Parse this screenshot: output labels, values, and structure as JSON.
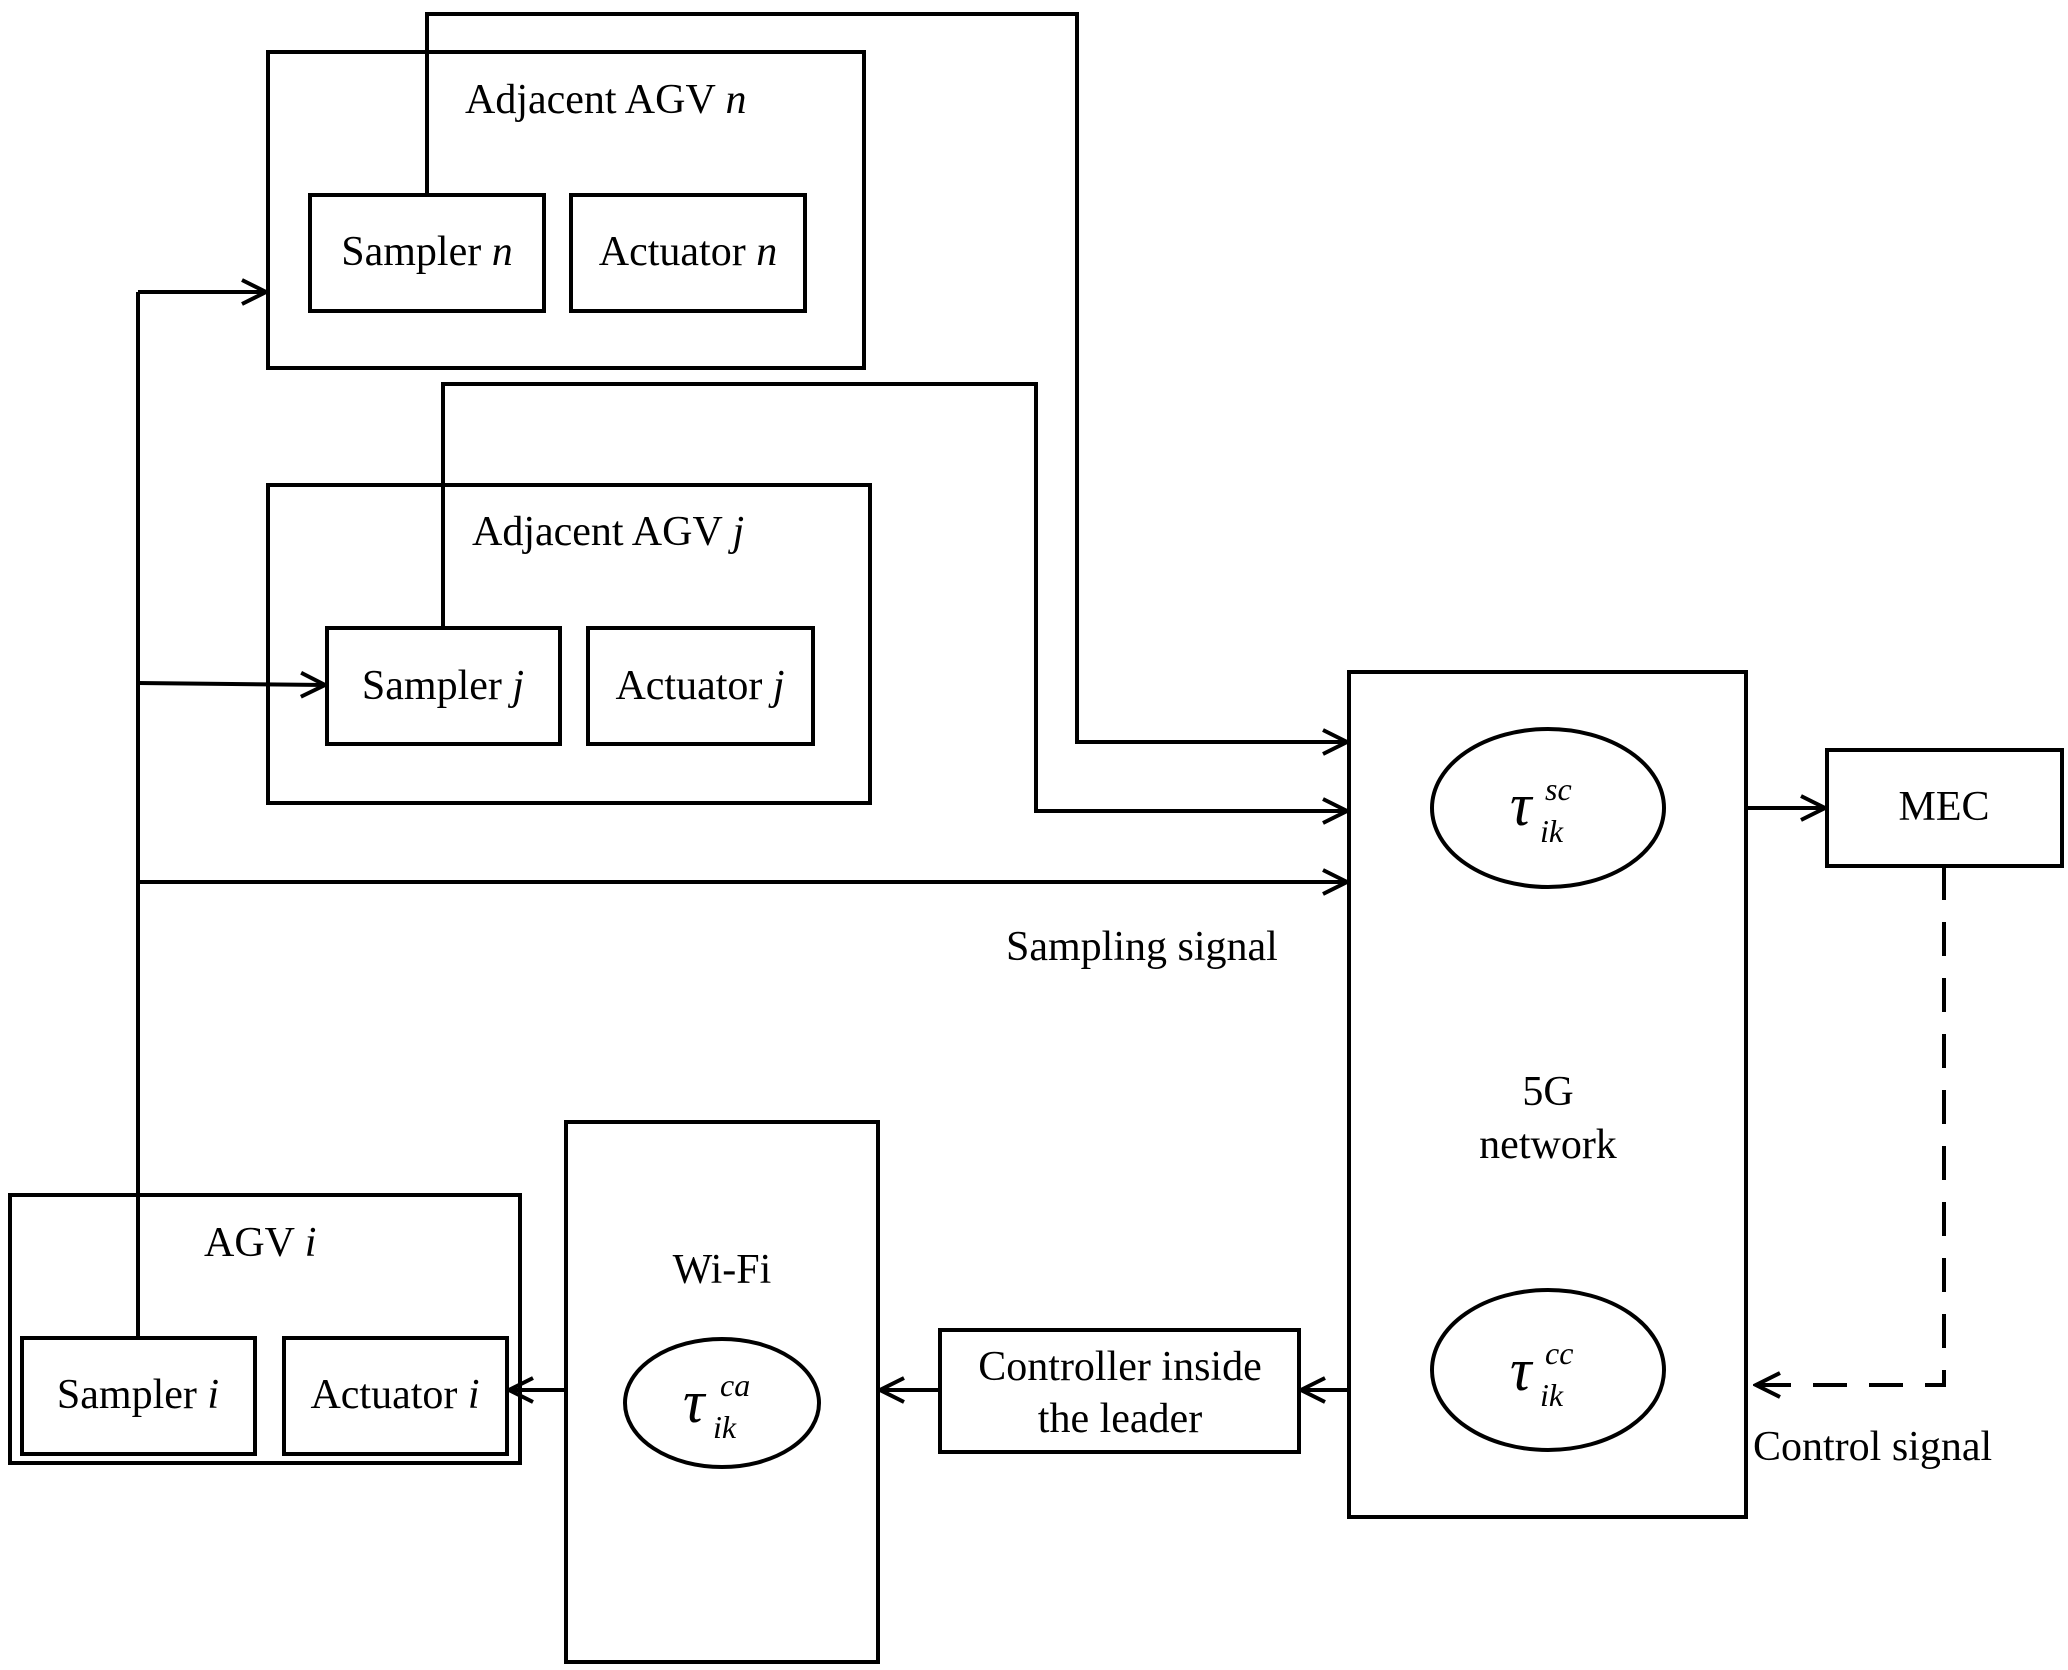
{
  "agv_n": {
    "title": "Adjacent AGV ",
    "title_var": "n",
    "sampler": "Sampler ",
    "sampler_var": "n",
    "actuator": "Actuator ",
    "actuator_var": "n"
  },
  "agv_j": {
    "title": "Adjacent AGV ",
    "title_var": "j",
    "sampler": "Sampler  ",
    "sampler_var": "j",
    "actuator": "Actuator ",
    "actuator_var": "j"
  },
  "agv_i": {
    "title": "AGV ",
    "title_var": "i",
    "sampler": "Sampler  ",
    "sampler_var": "i",
    "actuator": "Actuator ",
    "actuator_var": "i"
  },
  "network": {
    "label_line1": "5G",
    "label_line2": "network",
    "delay_sc": {
      "symbol": "τ",
      "sub": "ik",
      "sup": "sc"
    },
    "delay_cc": {
      "symbol": "τ",
      "sub": "ik",
      "sup": "cc"
    }
  },
  "mec": {
    "label": "MEC"
  },
  "wifi": {
    "label": "Wi-Fi",
    "delay_ca": {
      "symbol": "τ",
      "sub": "ik",
      "sup": "ca"
    }
  },
  "controller": {
    "line1": "Controller inside",
    "line2": "the leader"
  },
  "signals": {
    "sampling": "Sampling signal",
    "control": "Control signal"
  }
}
